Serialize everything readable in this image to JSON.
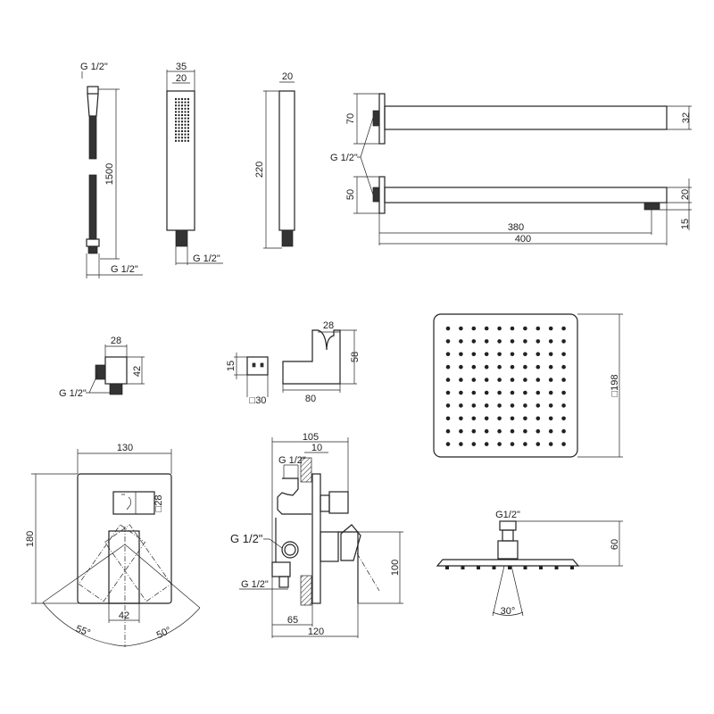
{
  "hose": {
    "thread_top": "G 1/2\"",
    "length": "1500",
    "thread_bottom": "G 1/2\""
  },
  "hand_shower_front": {
    "width": "35",
    "inner_width": "20",
    "thread": "G 1/2\""
  },
  "hand_shower_side": {
    "depth": "20",
    "length": "220"
  },
  "shower_arms": {
    "flange_top": "70",
    "arm_top_height": "32",
    "thread": "G 1/2\"",
    "flange_bottom": "50",
    "arm_bottom_height": "20",
    "nozzle_height": "15",
    "length_inner": "380",
    "length_total": "400"
  },
  "wall_elbow": {
    "width": "28",
    "height": "42",
    "thread": "G 1/2\""
  },
  "holder": {
    "front_height": "15",
    "front_size": "□30",
    "width": "28",
    "height": "58",
    "depth": "80"
  },
  "rain_head_top": {
    "size": "□198"
  },
  "mixer_front": {
    "width": "130",
    "height": "180",
    "knob_size": "□28",
    "handle_width": "42",
    "angle_left": "55°",
    "angle_right": "50°"
  },
  "mixer_side": {
    "depth_total": "105",
    "plate": "10",
    "thread_top": "G 1/2\"",
    "thread_mid": "G 1/2\"",
    "thread_bottom": "G 1/2\"",
    "handle_height": "100",
    "depth_body": "65",
    "depth_overall": "120"
  },
  "rain_head_side": {
    "thread": "G1/2\"",
    "height": "60",
    "spray_angle": "30°"
  }
}
